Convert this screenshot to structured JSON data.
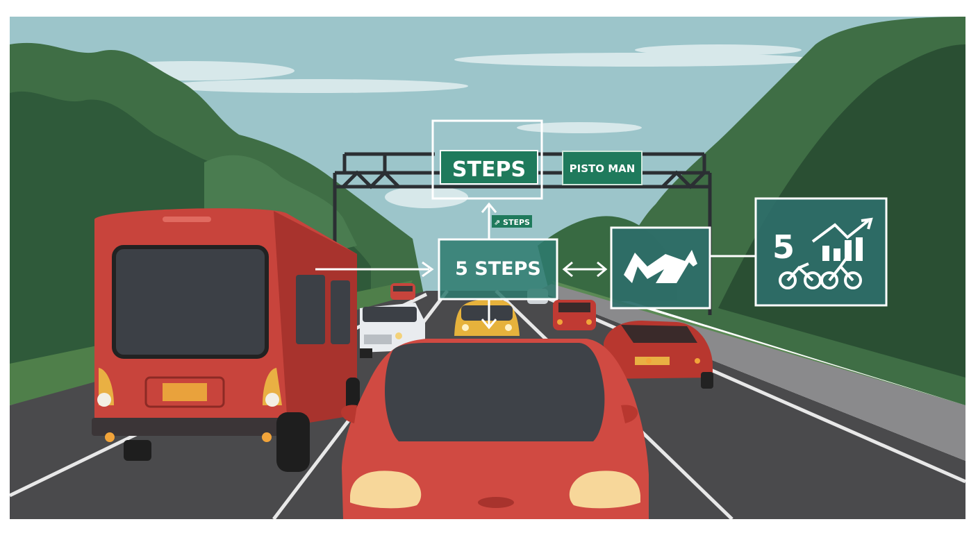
{
  "scene": {
    "gantry_signs": {
      "steps_sign": "STEPS",
      "secondary_sign": "PISTO MAN",
      "small_sign": "⇗ STEPS"
    },
    "center_box": {
      "label": "5 STEPS"
    },
    "right_box": {
      "number": "5"
    },
    "colors": {
      "sky": "#9cc5ca",
      "trees_dark": "#2f5a3a",
      "trees_mid": "#3f6e45",
      "road": "#4a4a4c",
      "sign_green": "#1f7a5c",
      "overlay_teal": "#2e6e6a",
      "vehicle_red": "#c8443c"
    },
    "icons": [
      "arrow-right-icon",
      "double-arrow-icon",
      "trend-up-icon",
      "chart-cyclist-icon"
    ]
  }
}
